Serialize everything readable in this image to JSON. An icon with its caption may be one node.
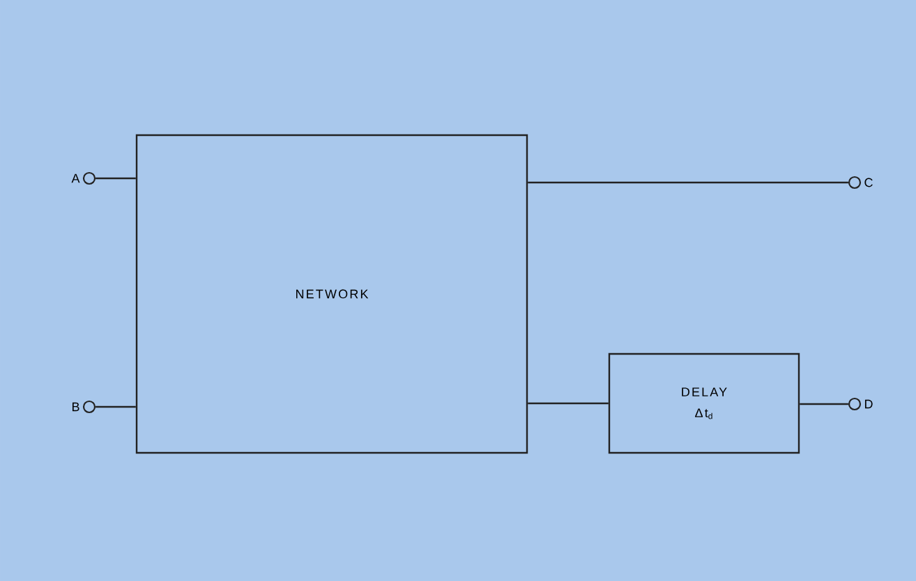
{
  "diagram": {
    "nodes": [
      {
        "text": [
          "NETWORK"
        ]
      },
      {
        "text": [
          "DELAY",
          "Δt$_{d}$"
        ]
      },
      {
        "text": [],
        "shape": "circle",
        "beside": [
          "A"
        ]
      },
      {
        "text": [],
        "shape": "circle",
        "beside": [
          "B"
        ]
      },
      {
        "text": [],
        "shape": "circle",
        "beside": [
          "C"
        ]
      },
      {
        "text": [],
        "shape": "circle",
        "beside": [
          "D"
        ]
      }
    ],
    "edges": [
      {
        "from": 2,
        "to": 0,
        "arrow": "none"
      },
      {
        "from": 3,
        "to": 0,
        "arrow": "none"
      },
      {
        "from": 0,
        "to": 4,
        "arrow": "none"
      },
      {
        "from": 0,
        "to": 1,
        "arrow": "none"
      },
      {
        "from": 1,
        "to": 5,
        "arrow": "none"
      }
    ]
  }
}
